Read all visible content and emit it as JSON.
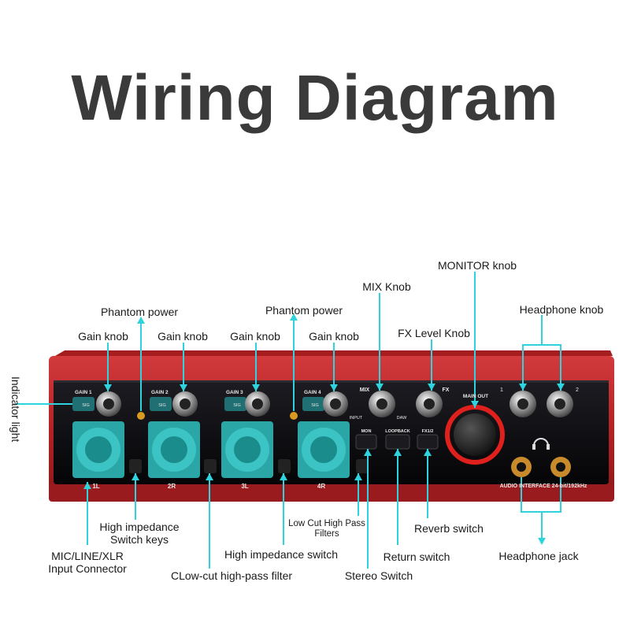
{
  "title": "Wiring Diagram",
  "labels": {
    "indicator_light": "Indicator light",
    "phantom_power_1": "Phantom power",
    "phantom_power_2": "Phantom power",
    "gain_knob_1": "Gain knob",
    "gain_knob_2": "Gain knob",
    "gain_knob_3": "Gain knob",
    "gain_knob_4": "Gain knob",
    "mix_knob": "MIX Knob",
    "fx_level_knob": "FX Level Knob",
    "monitor_knob": "MONITOR knob",
    "headphone_knob": "Headphone knob",
    "high_impedance_switch_keys": "High impedance\nSwitch keys",
    "mic_line_xlr": "MIC/LINE/XLR\nInput Connector",
    "low_cut_filter": "CLow-cut high-pass filter",
    "high_impedance_switch": "High impedance switch",
    "low_cut_high_pass_filters": "Low Cut High Pass\nFilters",
    "stereo_switch": "Stereo Switch",
    "return_switch": "Return switch",
    "reverb_switch": "Reverb switch",
    "headphone_jack": "Headphone jack"
  },
  "panel": {
    "gain_labels": [
      "GAIN 1",
      "GAIN 2",
      "GAIN 3",
      "GAIN 4"
    ],
    "sig_label": "SIG",
    "input_labels": [
      "1L",
      "2R",
      "3L",
      "4R"
    ],
    "mix_label": "MIX",
    "input_label": "INPUT",
    "daw_label": "DAW",
    "fx_label": "FX",
    "main_out_label": "MAIN OUT",
    "headphone_numbers": [
      "1",
      "2"
    ],
    "buttons": [
      "MON",
      "LOOPBACK",
      "FX1/2"
    ],
    "device_caption": "AUDIO INTERFACE 24-bit/192kHz"
  },
  "colors": {
    "chassis_red": "#c0282b",
    "panel_black": "#0d0d10",
    "jack_teal": "#2aa6a6",
    "callout_cyan": "#2ed3de",
    "ring_red": "#e0201c",
    "title_gray": "#3a3a3a"
  }
}
